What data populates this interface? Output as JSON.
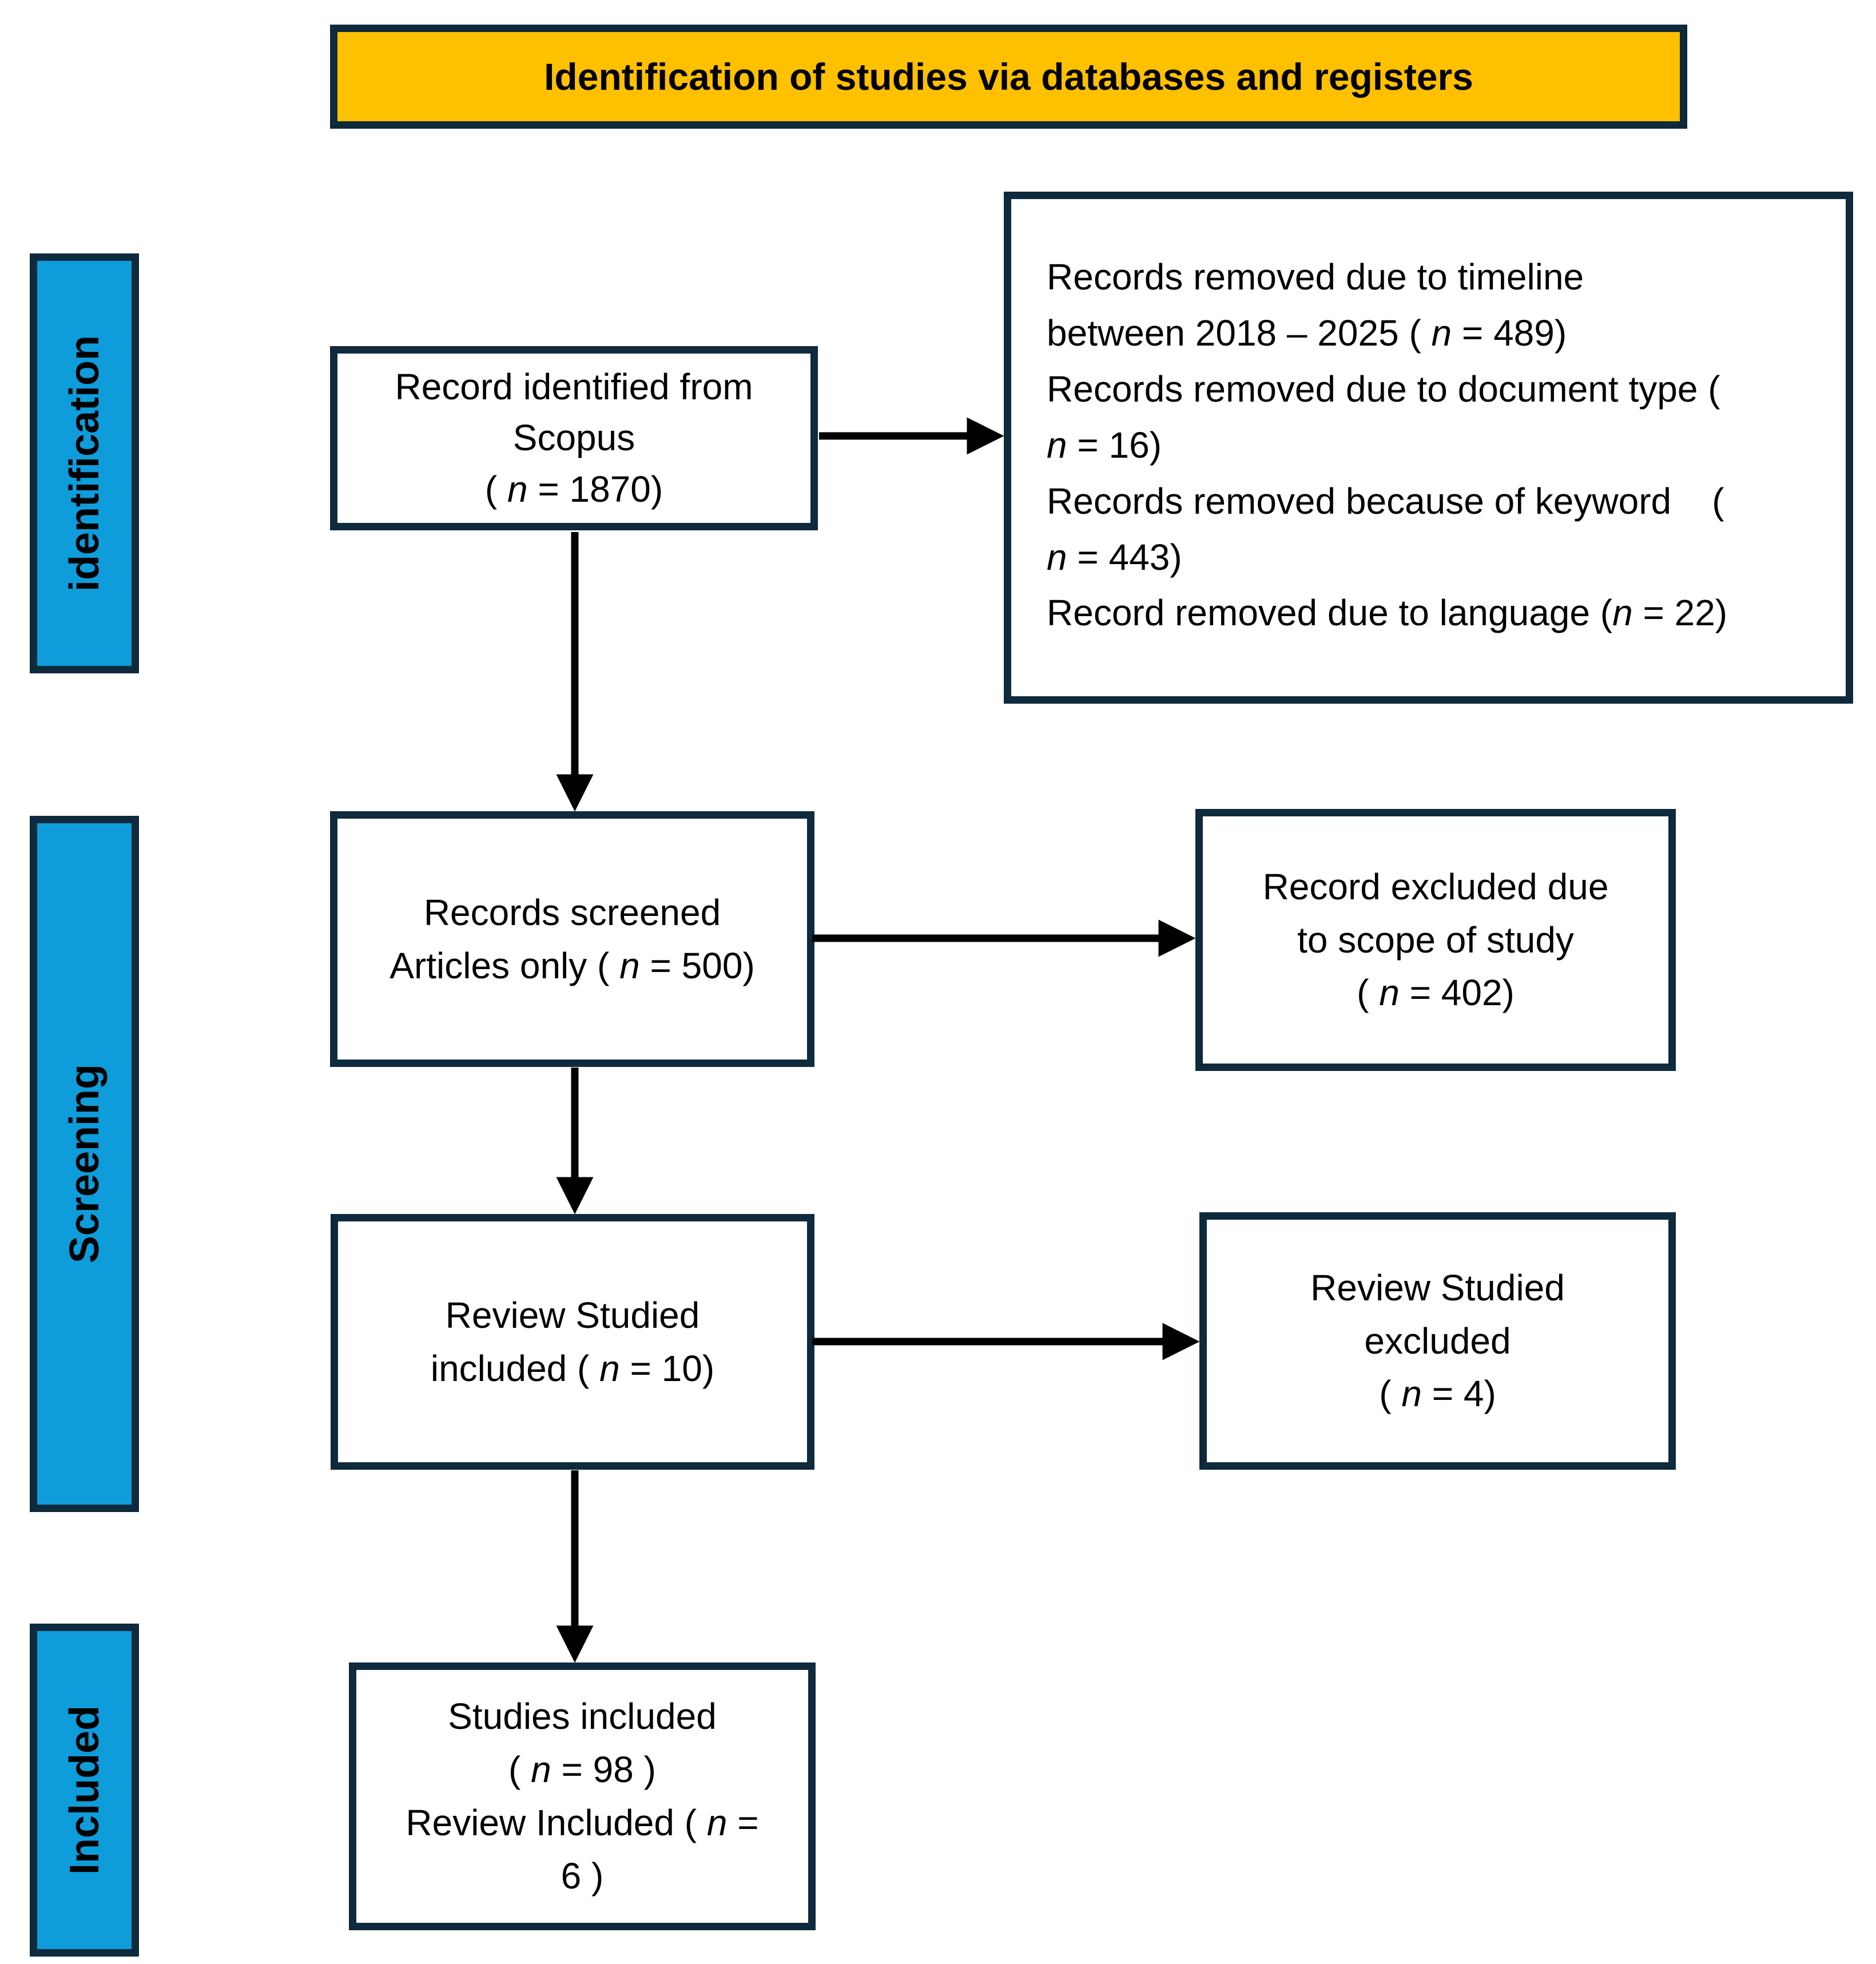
{
  "title": {
    "text": "Identification of studies via databases and registers"
  },
  "phases": [
    {
      "label": "identification"
    },
    {
      "label": "Screening"
    },
    {
      "label": "Included"
    }
  ],
  "boxes": {
    "scopus": {
      "lines": [
        "Record identified from",
        "Scopus",
        "( n = 1870)"
      ]
    },
    "removal_reasons": {
      "lines": [
        "Records removed due to timeline",
        "between 2018 – 2025 ( n = 489)",
        "Records removed due to document type (",
        "n = 16)",
        "Records removed because of keyword    (",
        "n = 443)",
        "Record removed due to language (n = 22)"
      ]
    },
    "records_screened": {
      "lines": [
        "Records screened",
        "Articles only ( n = 500)"
      ]
    },
    "scope_excluded": {
      "lines": [
        "Record excluded due",
        "to scope of study",
        "( n = 402)"
      ]
    },
    "review_included": {
      "lines": [
        "Review Studied",
        "included ( n = 10)"
      ]
    },
    "review_excluded": {
      "lines": [
        "Review Studied",
        "excluded",
        "( n = 4)"
      ]
    },
    "studies_included": {
      "lines": [
        "Studies included",
        "( n = 98 )",
        "Review Included ( n =",
        "6 )"
      ]
    }
  },
  "colors": {
    "banner-bg": "#FFC000",
    "phase-bg": "#0E9CDA",
    "border-navy": "#0E2A3C",
    "arrow": "#000000",
    "text": "#000000"
  }
}
